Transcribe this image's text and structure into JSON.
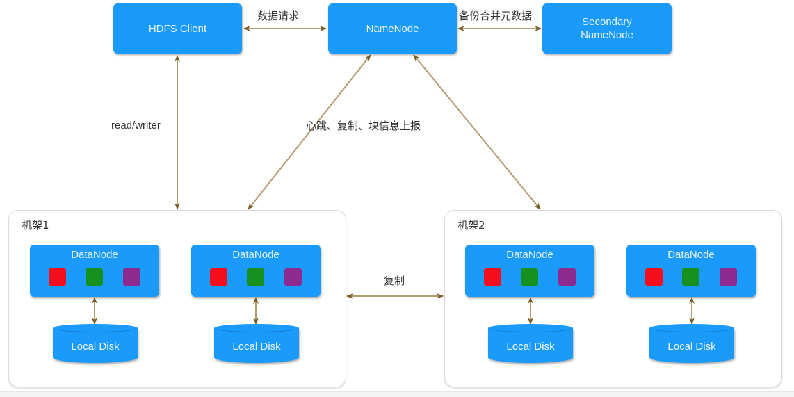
{
  "diagram": {
    "nodes": {
      "hdfs_client": "HDFS Client",
      "namenode": "NameNode",
      "secondary_namenode_line1": "Secondary",
      "secondary_namenode_line2": "NameNode"
    },
    "edges": {
      "client_namenode": "数据请求",
      "namenode_secondary": "备份合并元数据",
      "client_rack": "read/writer",
      "namenode_racks": "心跳、复制、块信息上报",
      "rack_rack": "复制"
    },
    "racks": [
      {
        "label": "机架1",
        "datanodes": [
          {
            "title": "DataNode",
            "disk": "Local Disk"
          },
          {
            "title": "DataNode",
            "disk": "Local Disk"
          }
        ]
      },
      {
        "label": "机架2",
        "datanodes": [
          {
            "title": "DataNode",
            "disk": "Local Disk"
          },
          {
            "title": "DataNode",
            "disk": "Local Disk"
          }
        ]
      }
    ],
    "colors": {
      "node": "#1a9bfc",
      "arrow": "#8b6d3a",
      "block_red": "#f50f1e",
      "block_green": "#16911f",
      "block_purple": "#8e2a8e"
    }
  }
}
